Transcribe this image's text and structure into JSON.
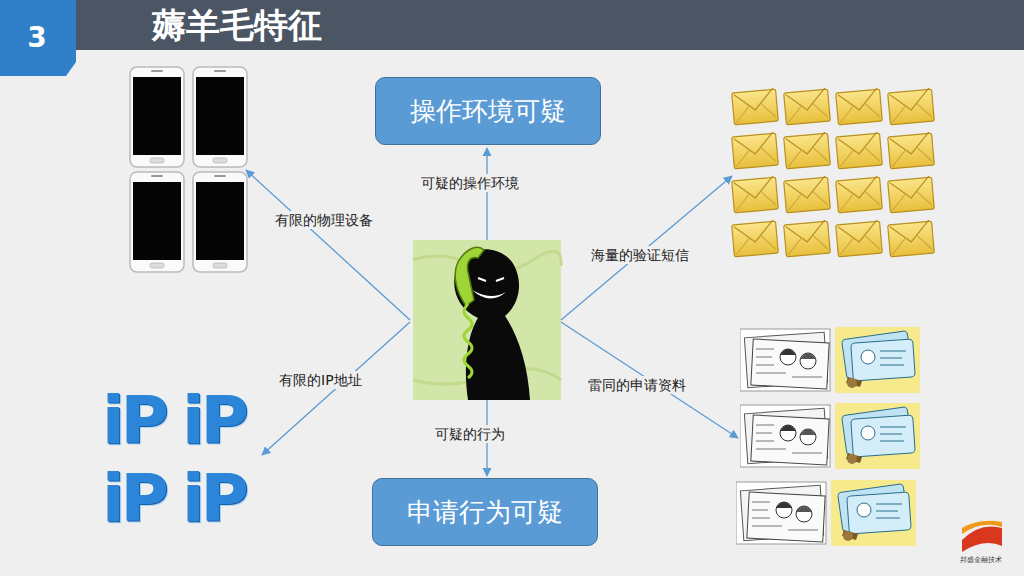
{
  "diagram": {
    "title": "薅羊毛特征",
    "nodes": [
      {
        "text": [
          "操作环境可疑"
        ]
      },
      {
        "text": [
          "申请行为可疑"
        ]
      }
    ],
    "labels": [
      "3",
      "可疑的操作环境",
      "有限的物理设备",
      "海量的验证短信",
      "有限的IP地址",
      "雷同的申请资料",
      "可疑的行为",
      "iP",
      "iP",
      "iP",
      "iP",
      "邦盛金融技术"
    ]
  }
}
